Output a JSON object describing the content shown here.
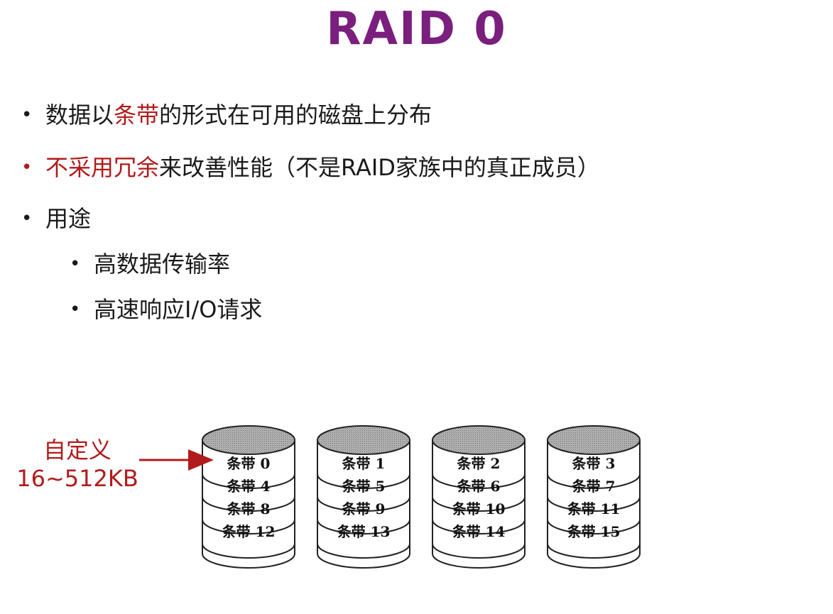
{
  "title": "RAID 0",
  "bullets": [
    {
      "prefix": "数据以",
      "highlight": "条带",
      "suffix": "的形式在可用的磁盘上分布",
      "color": "#1a1a1a"
    },
    {
      "prefix": "",
      "highlight": "不采用冗余",
      "suffix": "来改善性能（不是RAID家族中的真正成员）",
      "color": "#b21b1b"
    },
    {
      "text": "用途"
    }
  ],
  "sub_bullets": [
    {
      "text": "高数据传输率"
    },
    {
      "text": "高速响应I/O请求"
    }
  ],
  "annotation": {
    "line1": "自定义",
    "line2": "16~512KB",
    "color": "#b21b1b"
  },
  "disks": [
    {
      "stripes": [
        "条带 0",
        "条带 4",
        "条带 8",
        "条带 12"
      ]
    },
    {
      "stripes": [
        "条带 1",
        "条带 5",
        "条带 9",
        "条带 13"
      ]
    },
    {
      "stripes": [
        "条带 2",
        "条带 6",
        "条带 10",
        "条带 14"
      ]
    },
    {
      "stripes": [
        "条带 3",
        "条带 7",
        "条带 11",
        "条带 15"
      ]
    }
  ],
  "colors": {
    "title": "#7a1f7e",
    "accent": "#b21b1b",
    "disk_top": "#a8a8a8"
  }
}
